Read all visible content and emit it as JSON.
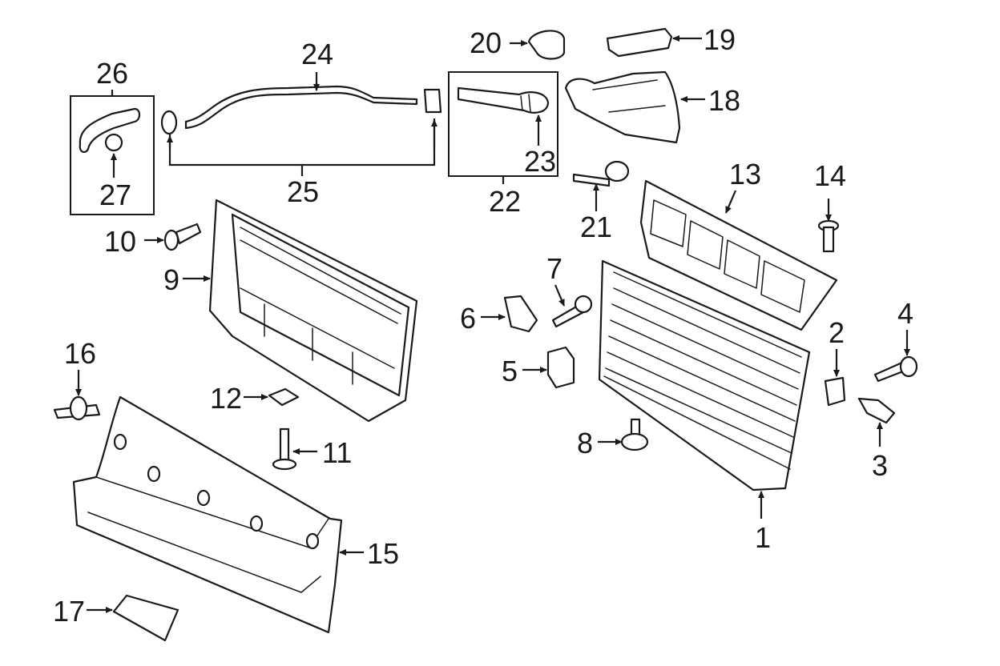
{
  "diagram": {
    "callouts": [
      {
        "id": "1",
        "label": "1"
      },
      {
        "id": "2",
        "label": "2"
      },
      {
        "id": "3",
        "label": "3"
      },
      {
        "id": "4",
        "label": "4"
      },
      {
        "id": "5",
        "label": "5"
      },
      {
        "id": "6",
        "label": "6"
      },
      {
        "id": "7",
        "label": "7"
      },
      {
        "id": "8",
        "label": "8"
      },
      {
        "id": "9",
        "label": "9"
      },
      {
        "id": "10",
        "label": "10"
      },
      {
        "id": "11",
        "label": "11"
      },
      {
        "id": "12",
        "label": "12"
      },
      {
        "id": "13",
        "label": "13"
      },
      {
        "id": "14",
        "label": "14"
      },
      {
        "id": "15",
        "label": "15"
      },
      {
        "id": "16",
        "label": "16"
      },
      {
        "id": "17",
        "label": "17"
      },
      {
        "id": "18",
        "label": "18"
      },
      {
        "id": "19",
        "label": "19"
      },
      {
        "id": "20",
        "label": "20"
      },
      {
        "id": "21",
        "label": "21"
      },
      {
        "id": "22",
        "label": "22"
      },
      {
        "id": "23",
        "label": "23"
      },
      {
        "id": "24",
        "label": "24"
      },
      {
        "id": "25",
        "label": "25"
      },
      {
        "id": "26",
        "label": "26"
      },
      {
        "id": "27",
        "label": "27"
      }
    ],
    "colors": {
      "ink": "#1a1a1a",
      "background": "#ffffff"
    }
  }
}
